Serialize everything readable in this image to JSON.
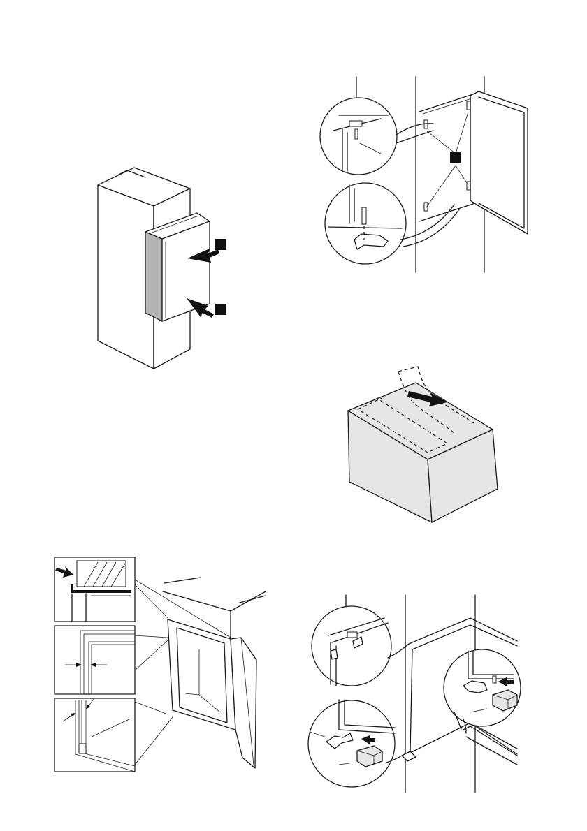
{
  "figures": [
    {
      "id": "fig-cabinet-insert"
    },
    {
      "id": "fig-door-fixing"
    },
    {
      "id": "fig-box-cover"
    },
    {
      "id": "fig-seal-alignment"
    },
    {
      "id": "fig-hinge-covers"
    }
  ],
  "colors": {
    "line": "#1a1a1a",
    "panel": "#b3b3b3",
    "box": "#e6e6e6",
    "marker": "#111111"
  }
}
